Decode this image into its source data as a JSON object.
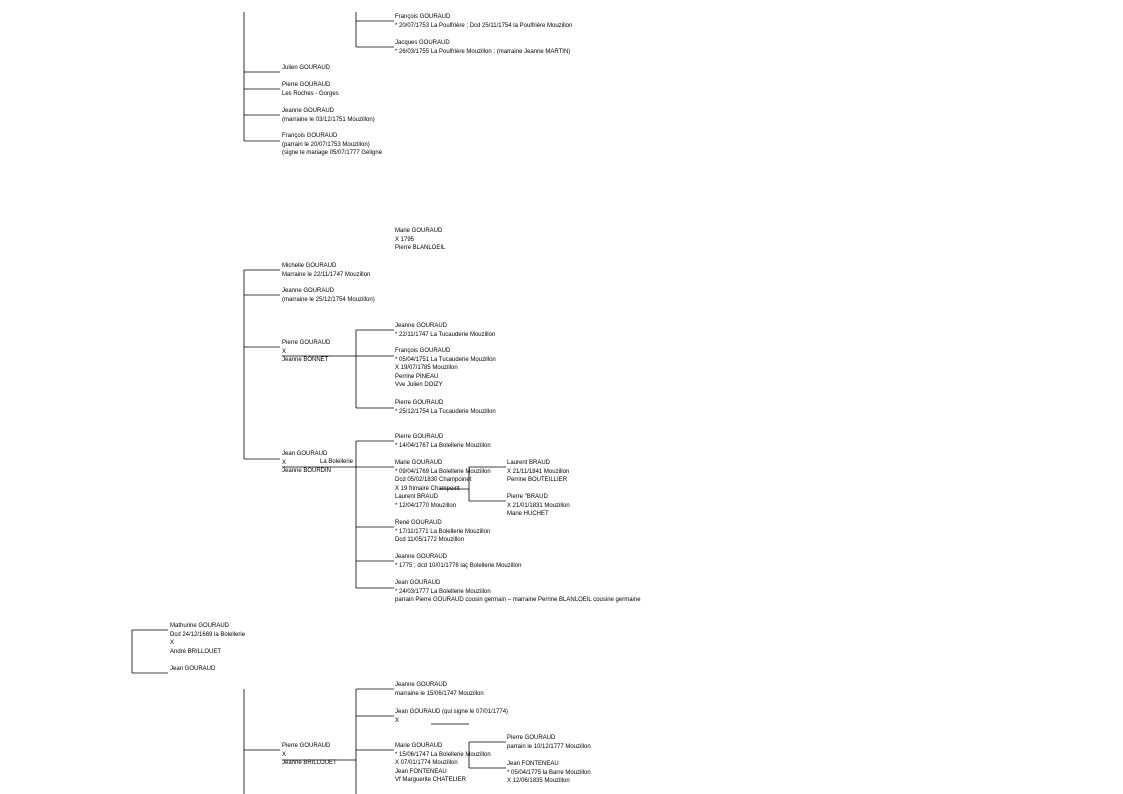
{
  "persons": [
    {
      "id": "p01",
      "lines": [
        "François GOURAUD",
        "* 20/07/1753 La Poulfrière ; Dcd 25/11/1754 la Poulfrière Mouzillon"
      ]
    },
    {
      "id": "p02",
      "lines": [
        "Jacques GOURAUD",
        "* 26/03/1755 La Poulfrière Mouzillon ; (marraine Jeanne MARTIN)"
      ]
    },
    {
      "id": "p03",
      "lines": [
        "Julien GOURAUD"
      ]
    },
    {
      "id": "p04",
      "lines": [
        "Pierre GOURAUD",
        "Les Roches  - Gorges"
      ]
    },
    {
      "id": "p05",
      "lines": [
        "Jeanne GOURAUD",
        "(marraine le 03/12/1751 Mouzillon)"
      ]
    },
    {
      "id": "p06",
      "lines": [
        "François GOURAUD",
        "(parrain le 20/07/1753 Mouzillon)",
        "(signe le mariage 05/07/1777 Géligné"
      ]
    },
    {
      "id": "p07",
      "lines": [
        "Marie GOURAUD",
        "X 1795",
        "Pierre BLANLOEIL"
      ]
    },
    {
      "id": "p08",
      "lines": [
        "Michelle GOURAUD",
        "Marraine le 22/11/1747 Mouzillon"
      ]
    },
    {
      "id": "p09",
      "lines": [
        "Jeanne GOURAUD",
        "(marraine le 25/12/1754 Mouzillon)"
      ]
    },
    {
      "id": "p10",
      "lines": [
        "Pierre GOURAUD",
        "X",
        "Jeanne BONNET"
      ]
    },
    {
      "id": "p11",
      "lines": [
        "Jeanne GOURAUD",
        "* 22/11/1747 La Tucauderie Mouzillon"
      ]
    },
    {
      "id": "p12",
      "lines": [
        "François GOURAUD",
        "* 05/04/1751 La Tucauderie Mouzillon",
        "X 19/07/1785 Mouzillon",
        "Perrine PINEAU",
        "Vve Julien DOIZY"
      ]
    },
    {
      "id": "p13",
      "lines": [
        "Pierre GOURAUD",
        "* 25/12/1754 La Tucauderie Mouzillon"
      ]
    },
    {
      "id": "p14",
      "lines": [
        "Jean GOURAUD",
        "X",
        "Jeanne BOURDIN"
      ]
    },
    {
      "id": "p15",
      "lines": [
        "Pierre GOURAUD",
        "* 14/04/1767 La Bolellerie Mouzillon"
      ]
    },
    {
      "id": "p16",
      "lines": [
        "Marie GOURAUD",
        "* 09/04/1769 La Bolellerie Mouzillon",
        "Dcd 05/02/1830 Champoinet",
        "X 19 frimaire  Champoint",
        "Laurent BRAUD",
        "* 12/04/1770 Mouzillon"
      ]
    },
    {
      "id": "p17",
      "lines": [
        "Laurent BRAUD",
        "X 21/11/1841 Mouzillon",
        "Perrine BOUTEILLIER"
      ]
    },
    {
      "id": "p18",
      "lines": [
        "Pierre \"BRAUD",
        "X  21/01/1831 Mouzillon",
        "Marie HUCHET"
      ]
    },
    {
      "id": "p19",
      "lines": [
        "René GOURAUD",
        "* 17/11/1771 La Bolellerie Mouzillon",
        "Dcd 11/05/1772 Mouzillon"
      ]
    },
    {
      "id": "p20",
      "lines": [
        "Jeanne GOURAUD",
        "* 1775 ; dcd 10/01/1776 laç Bolellerie Mouzillon"
      ]
    },
    {
      "id": "p21",
      "lines": [
        "Jean GOURAUD",
        "* 24/03/1777 La Bolellerie Mouzillon",
        "parrain Pierre GOURAUD cousin germain – marraine Perrine BLANLOEIL cousine germaine"
      ]
    },
    {
      "id": "p22",
      "lines": [
        "Mathurine GOURAUD",
        "Dcd 24/12/1669 la Bolellerie",
        "X",
        "André BRILLOUET"
      ]
    },
    {
      "id": "p23",
      "lines": [
        "Jean GOURAUD"
      ]
    },
    {
      "id": "p24",
      "lines": [
        "Jeanne GOURAUD",
        "marraine le 15/06/1747 Mouzillon"
      ]
    },
    {
      "id": "p25",
      "lines": [
        "Jean GOURAUD (qui signe le 07/01/1774)",
        "X"
      ]
    },
    {
      "id": "p26",
      "lines": [
        "Pierre GOURAUD",
        "X",
        "Jeanne BRILLOUET"
      ]
    },
    {
      "id": "p27",
      "lines": [
        "Marie GOURAUD",
        "* 15/06/1747 La Bolellerie Mouzillon",
        "X 07/01/1774 Mouzillon",
        "Jean FONTENEAU",
        "Vf Marguerite CHATELIER"
      ]
    },
    {
      "id": "p28",
      "lines": [
        "Pierre GOURAUD",
        "parrain le 10/12/1777 Mouzillon"
      ]
    },
    {
      "id": "p29",
      "lines": [
        "Jean FONTENEAU",
        "* 05/04/1775 la Barre Mouzillon",
        "X 12/06/1835 Mouzillon"
      ]
    }
  ],
  "labels": {
    "place_bolellerie": "La Bolellerie"
  }
}
